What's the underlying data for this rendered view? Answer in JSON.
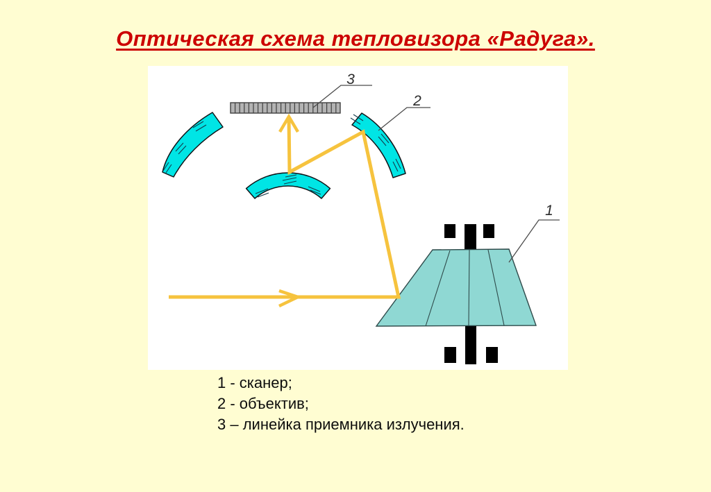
{
  "slide": {
    "title": "Оптическая схема тепловизора «Радуга»."
  },
  "diagram": {
    "labels": {
      "scanner": "1",
      "objective": "2",
      "detector_line": "3"
    },
    "colors": {
      "slide_background": "#FFFDD2",
      "title_red": "#CC0000",
      "mirror_cyan": "#00E5E5",
      "scanner_fill": "#8FD8D3",
      "ray_yellow": "#F6C33E",
      "detector_gray": "#B3B3B3",
      "axis_black": "#000000"
    }
  },
  "legend": {
    "items": [
      "1 - сканер;",
      "2 - объектив;",
      "3 – линейка приемника излучения."
    ]
  }
}
